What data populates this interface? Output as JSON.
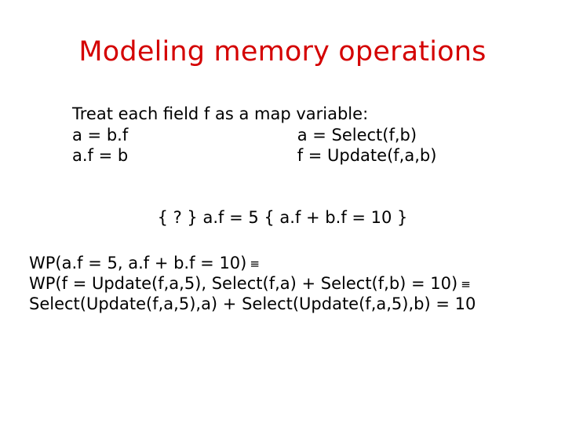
{
  "slide": {
    "title": "Modeling memory operations",
    "title_color": "#d40000",
    "body_color": "#000000",
    "background_color": "#ffffff"
  },
  "mapping": {
    "intro": "Treat each field f as a map variable:",
    "rows": [
      {
        "source": "a = b.f",
        "encoding": "a = Select(f,b)"
      },
      {
        "source": "a.f = b",
        "encoding": "f = Update(f,a,b)"
      }
    ]
  },
  "triple": {
    "text": "{ ? } a.f = 5 { a.f + b.f = 10 }"
  },
  "wp": {
    "lines": [
      {
        "text": "WP(a.f = 5, a.f + b.f = 10)",
        "equiv": "≡"
      },
      {
        "text": "WP(f = Update(f,a,5), Select(f,a) + Select(f,b) = 10)",
        "equiv": "≡"
      },
      {
        "text": "Select(Update(f,a,5),a) + Select(Update(f,a,5),b) = 10",
        "equiv": ""
      }
    ]
  }
}
